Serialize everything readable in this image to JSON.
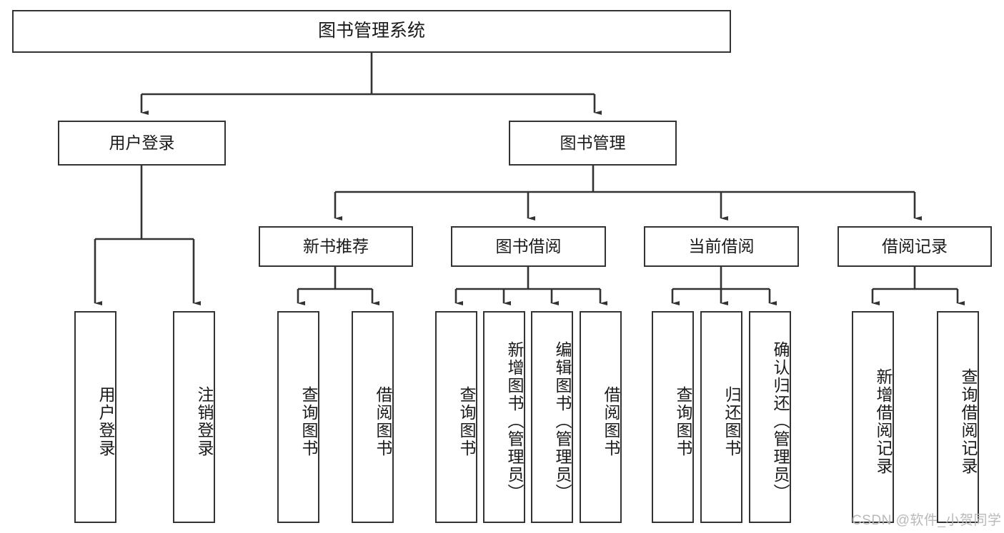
{
  "diagram": {
    "title": "图书管理系统",
    "type": "tree-hierarchy",
    "orientation": "top-down",
    "stroke_color": "#333333",
    "fill_color": "#ffffff",
    "text_color": "#1a1a1a"
  },
  "nodes": {
    "root": {
      "label": "图书管理系统"
    },
    "level2": [
      {
        "label": "用户登录"
      },
      {
        "label": "图书管理"
      }
    ],
    "level3": [
      {
        "label": "新书推荐"
      },
      {
        "label": "图书借阅"
      },
      {
        "label": "当前借阅"
      },
      {
        "label": "借阅记录"
      }
    ],
    "leaves": {
      "user_login": [
        {
          "label": "用户登录"
        },
        {
          "label": "注销登录"
        }
      ],
      "new_book": [
        {
          "label": "查询图书"
        },
        {
          "label": "借阅图书"
        }
      ],
      "book_borrow": [
        {
          "label": "查询图书"
        },
        {
          "label": "新增图书（管理员）"
        },
        {
          "label": "编辑图书（管理员）"
        },
        {
          "label": "借阅图书"
        }
      ],
      "current_borrow": [
        {
          "label": "查询图书"
        },
        {
          "label": "归还图书"
        },
        {
          "label": "确认归还（管理员）"
        }
      ],
      "borrow_record": [
        {
          "label": "新增借阅记录"
        },
        {
          "label": "查询借阅记录"
        }
      ]
    }
  },
  "watermark": {
    "text": "CSDN @软件_小贺同学"
  }
}
